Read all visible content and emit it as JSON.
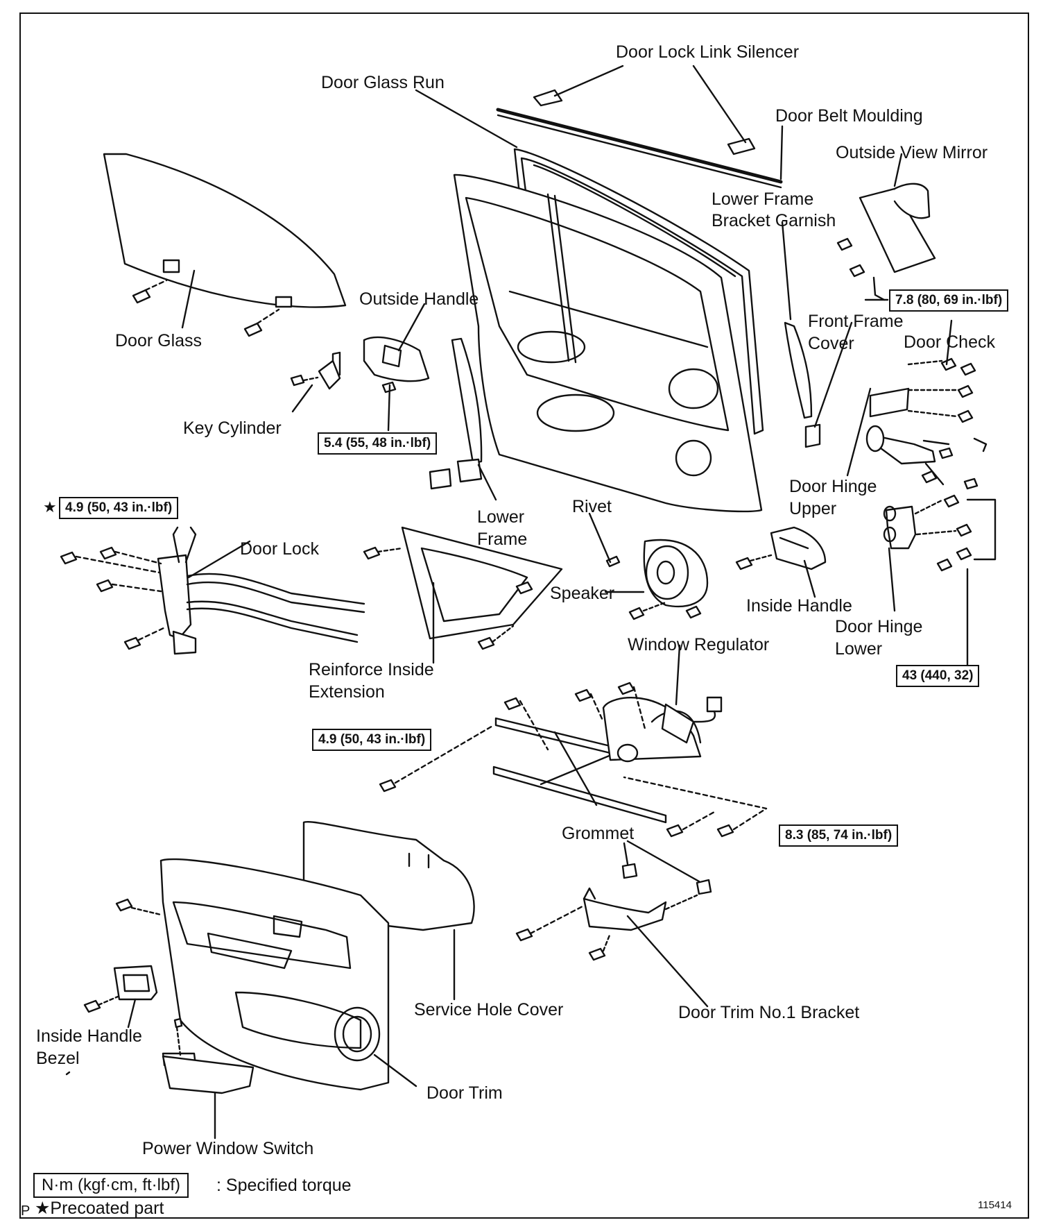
{
  "labels": {
    "door_lock_link_silencer": "Door Lock Link Silencer",
    "door_glass_run": "Door Glass Run",
    "door_belt_moulding": "Door Belt Moulding",
    "outside_view_mirror": "Outside View Mirror",
    "lower_frame_bracket_garnish_1": "Lower   Frame",
    "lower_frame_bracket_garnish_2": "Bracket Garnish",
    "front_frame_cover_1": "Front Frame",
    "front_frame_cover_2": "Cover",
    "door_check": "Door Check",
    "door_glass": "Door Glass",
    "outside_handle": "Outside Handle",
    "key_cylinder": "Key Cylinder",
    "door_hinge_upper_1": "Door  Hinge",
    "door_hinge_upper_2": "Upper",
    "door_lock": "Door Lock",
    "lower_frame_1": "Lower",
    "lower_frame_2": "Frame",
    "rivet": "Rivet",
    "speaker": "Speaker",
    "inside_handle": "Inside Handle",
    "door_hinge_lower_1": "Door Hinge",
    "door_hinge_lower_2": "Lower",
    "window_regulator": "Window Regulator",
    "reinforce_inside_extension_1": "Reinforce  Inside",
    "reinforce_inside_extension_2": "Extension",
    "grommet": "Grommet",
    "service_hole_cover": "Service Hole Cover",
    "door_trim_no1_bracket": "Door Trim No.1 Bracket",
    "inside_handle_bezel_1": "Inside  Handle",
    "inside_handle_bezel_2": "Bezel",
    "door_trim": "Door Trim",
    "power_window_switch": "Power Window Switch"
  },
  "torques": {
    "mirror": "7.8 (80, 69 in.·lbf)",
    "outside_handle": "5.4 (55, 48 in.·lbf)",
    "door_lock": "4.9 (50, 43 in.·lbf)",
    "door_lock_star": "★",
    "hinge": "43 (440, 32)",
    "regulator_left": "4.9 (50, 43 in.·lbf)",
    "regulator_right": "8.3 (85, 74 in.·lbf)"
  },
  "legend": {
    "unit_box": "N·m (kgf·cm, ft·lbf)",
    "unit_desc": ": Specified torque",
    "precoated": "★Precoated part",
    "corner_letter": "P"
  },
  "figure_id": "115414"
}
